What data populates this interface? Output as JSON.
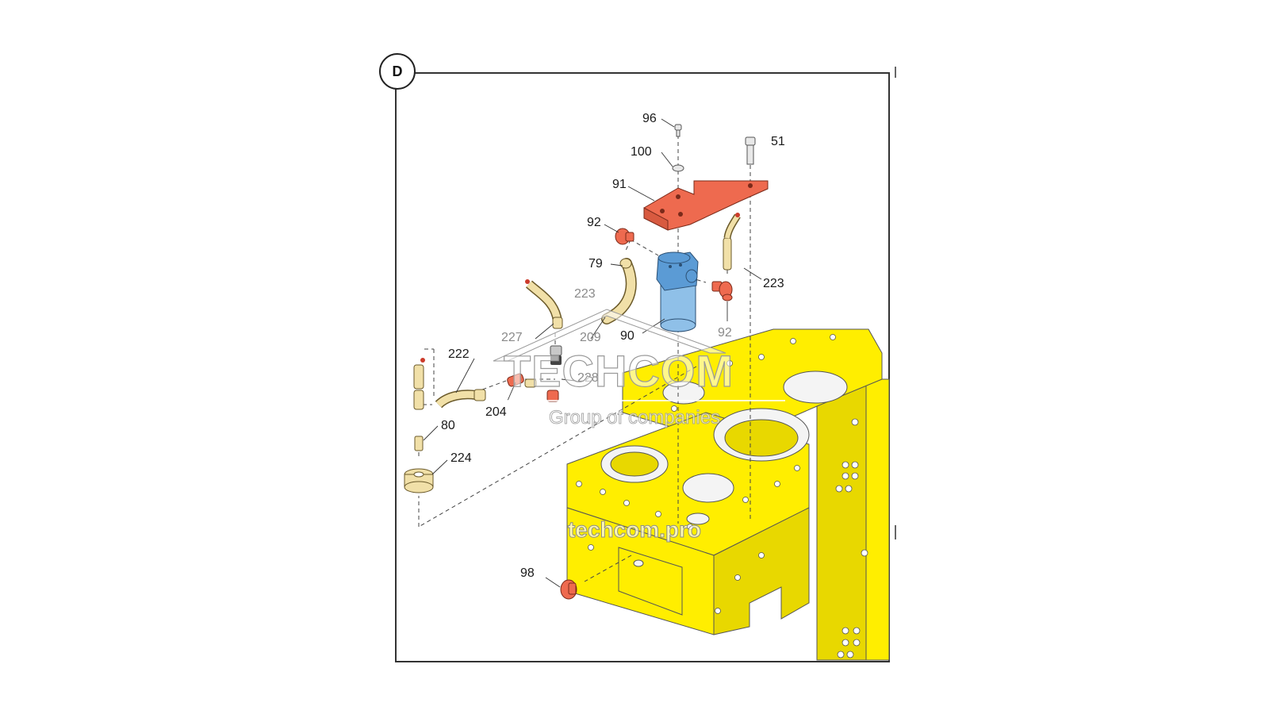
{
  "view_label": "D",
  "parts": {
    "p96": "96",
    "p100": "100",
    "p51": "51",
    "p91": "91",
    "p92a": "92",
    "p79": "79",
    "p223a": "223",
    "p223b": "223",
    "p92b": "92",
    "p90": "90",
    "p209": "209",
    "p227": "227",
    "p222": "222",
    "p228": "228",
    "p204": "204",
    "p80": "80",
    "p224": "224",
    "p98": "98"
  },
  "watermark": {
    "brand": "TECHCOM",
    "tagline": "Group of companies",
    "url": "techcom.pro"
  },
  "colors": {
    "housing": "#ffee00",
    "bracket": "#ee6a4f",
    "filter": "#5b9bd5",
    "fitting_brass": "#f1e0a8"
  }
}
